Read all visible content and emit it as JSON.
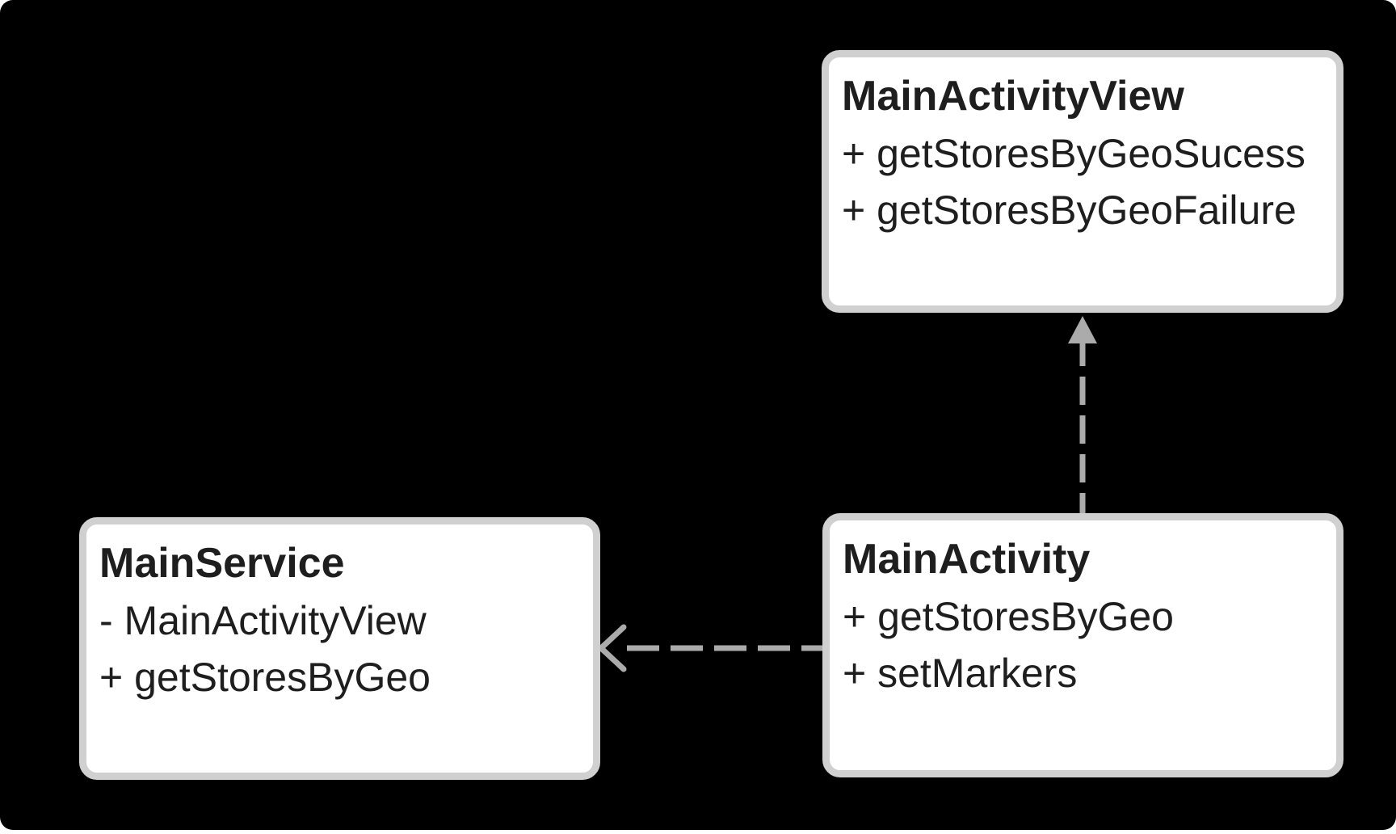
{
  "theme": {
    "canvas_bg": "#000000",
    "box_fill": "#ffffff",
    "box_border": "#d0d0d0",
    "text_color": "#1e1e1e",
    "arrow_color": "#ababab"
  },
  "diagram": {
    "classes": [
      {
        "name": "MainActivityView",
        "members": [
          "+ getStoresByGeoSucess",
          "+ getStoresByGeoFailure"
        ]
      },
      {
        "name": "MainService",
        "members": [
          "- MainActivityView",
          "+ getStoresByGeo"
        ]
      },
      {
        "name": "MainActivity",
        "members": [
          "+ getStoresByGeo",
          "+ setMarkers"
        ]
      }
    ],
    "relations": [
      {
        "from": "MainActivity",
        "to": "MainActivityView",
        "line": "dashed",
        "head": "solid-triangle",
        "direction": "up"
      },
      {
        "from": "MainActivity",
        "to": "MainService",
        "line": "dashed",
        "head": "open-arrow",
        "direction": "left"
      }
    ]
  }
}
